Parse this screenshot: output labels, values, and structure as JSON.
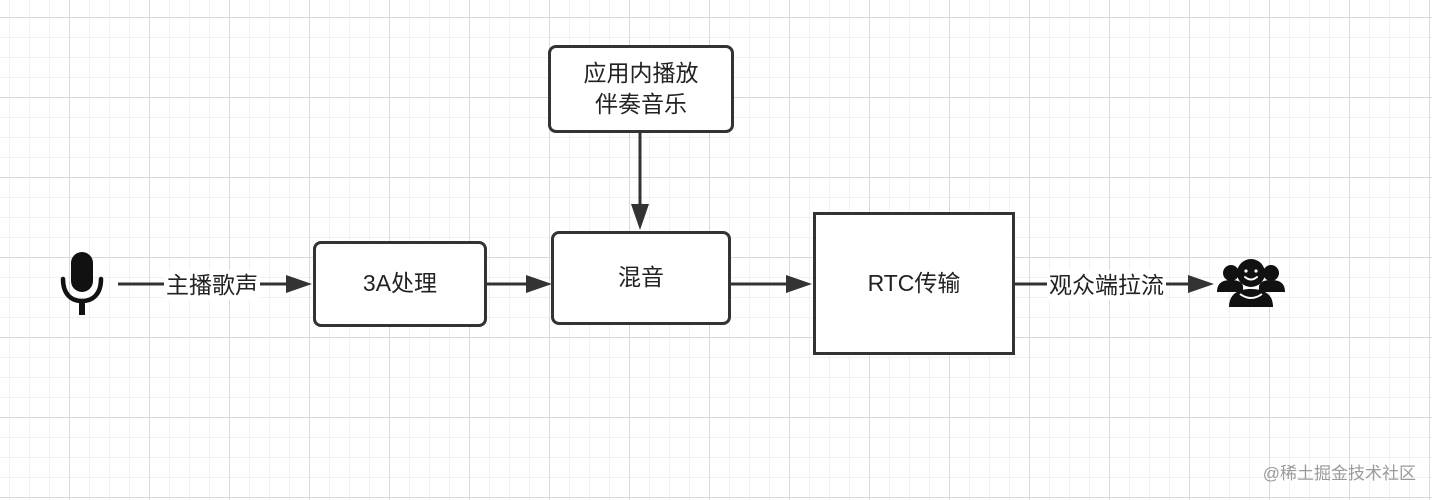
{
  "nodes": {
    "accompaniment": "应用内播放\n伴奏音乐",
    "aec": "3A处理",
    "mixer": "混音",
    "rtc": "RTC传输"
  },
  "edge_labels": {
    "host_vocals": "主播歌声",
    "audience_pull": "观众端拉流"
  },
  "icons": {
    "source": "microphone-icon",
    "sink": "audience-group-icon"
  },
  "watermark": "@稀土掘金技术社区",
  "colors": {
    "stroke": "#333333",
    "grid": "#d9d9d9",
    "watermark": "#9a9a9a"
  }
}
